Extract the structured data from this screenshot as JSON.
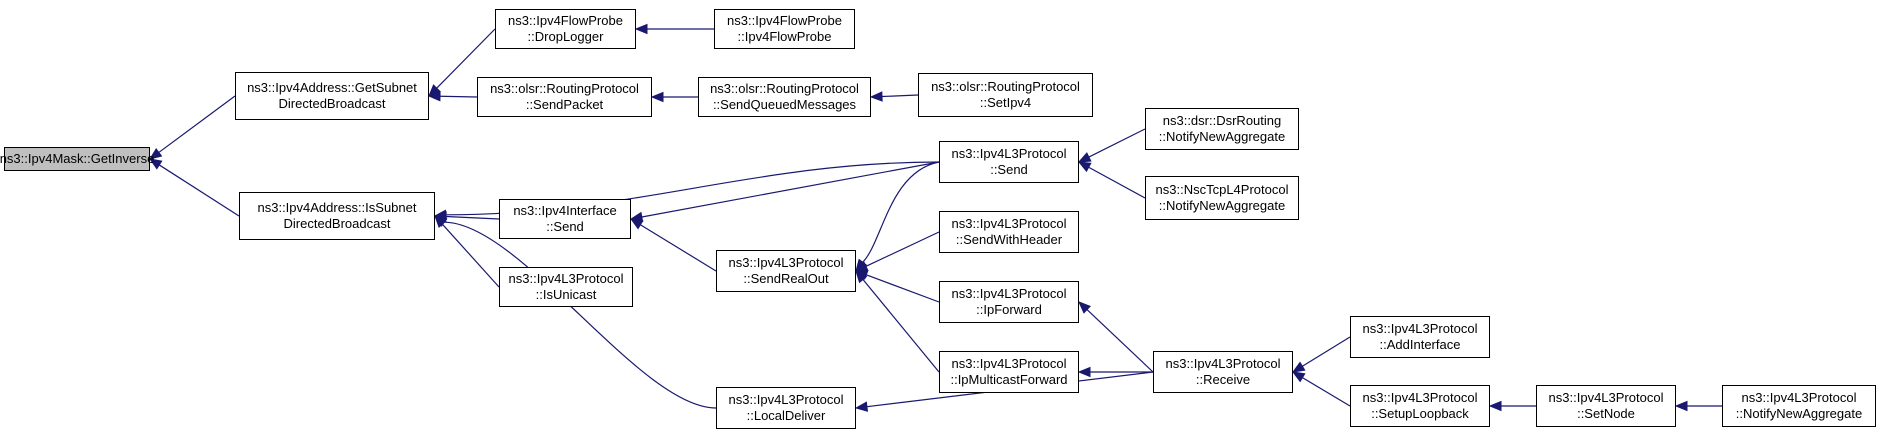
{
  "colors": {
    "edge": "#191970",
    "root_fill": "#bfbfbf",
    "node_fill": "#ffffff",
    "border": "#000000"
  },
  "nodes": {
    "root": {
      "lines": [
        "ns3::Ipv4Mask::GetInverse"
      ]
    },
    "getsub": {
      "lines": [
        "ns3::Ipv4Address::GetSubnet",
        "DirectedBroadcast"
      ]
    },
    "issub": {
      "lines": [
        "ns3::Ipv4Address::IsSubnet",
        "DirectedBroadcast"
      ]
    },
    "droplog": {
      "lines": [
        "ns3::Ipv4FlowProbe",
        "::DropLogger"
      ]
    },
    "flowprobe": {
      "lines": [
        "ns3::Ipv4FlowProbe",
        "::Ipv4FlowProbe"
      ]
    },
    "sendpkt": {
      "lines": [
        "ns3::olsr::RoutingProtocol",
        "::SendPacket"
      ]
    },
    "sendq": {
      "lines": [
        "ns3::olsr::RoutingProtocol",
        "::SendQueuedMessages"
      ]
    },
    "setipv4": {
      "lines": [
        "ns3::olsr::RoutingProtocol",
        "::SetIpv4"
      ]
    },
    "ifsend": {
      "lines": [
        "ns3::Ipv4Interface",
        "::Send"
      ]
    },
    "isuni": {
      "lines": [
        "ns3::Ipv4L3Protocol",
        "::IsUnicast"
      ]
    },
    "sendreal": {
      "lines": [
        "ns3::Ipv4L3Protocol",
        "::SendRealOut"
      ]
    },
    "localdel": {
      "lines": [
        "ns3::Ipv4L3Protocol",
        "::LocalDeliver"
      ]
    },
    "l3send": {
      "lines": [
        "ns3::Ipv4L3Protocol",
        "::Send"
      ]
    },
    "sendhdr": {
      "lines": [
        "ns3::Ipv4L3Protocol",
        "::SendWithHeader"
      ]
    },
    "ipfwd": {
      "lines": [
        "ns3::Ipv4L3Protocol",
        "::IpForward"
      ]
    },
    "ipmfwd": {
      "lines": [
        "ns3::Ipv4L3Protocol",
        "::IpMulticastForward"
      ]
    },
    "dsr": {
      "lines": [
        "ns3::dsr::DsrRouting",
        "::NotifyNewAggregate"
      ]
    },
    "nsc": {
      "lines": [
        "ns3::NscTcpL4Protocol",
        "::NotifyNewAggregate"
      ]
    },
    "receive": {
      "lines": [
        "ns3::Ipv4L3Protocol",
        "::Receive"
      ]
    },
    "addif": {
      "lines": [
        "ns3::Ipv4L3Protocol",
        "::AddInterface"
      ]
    },
    "setloop": {
      "lines": [
        "ns3::Ipv4L3Protocol",
        "::SetupLoopback"
      ]
    },
    "setnode": {
      "lines": [
        "ns3::Ipv4L3Protocol",
        "::SetNode"
      ]
    },
    "notifyagg": {
      "lines": [
        "ns3::Ipv4L3Protocol",
        "::NotifyNewAggregate"
      ]
    }
  },
  "edges": [
    {
      "from": "getsub",
      "to": "root"
    },
    {
      "from": "issub",
      "to": "root"
    },
    {
      "from": "droplog",
      "to": "getsub"
    },
    {
      "from": "flowprobe",
      "to": "droplog"
    },
    {
      "from": "sendpkt",
      "to": "getsub"
    },
    {
      "from": "sendq",
      "to": "sendpkt"
    },
    {
      "from": "setipv4",
      "to": "sendq"
    },
    {
      "from": "l3send",
      "to": "issub"
    },
    {
      "from": "ifsend",
      "to": "issub"
    },
    {
      "from": "isuni",
      "to": "issub"
    },
    {
      "from": "localdel",
      "to": "issub"
    },
    {
      "from": "l3send",
      "to": "ifsend"
    },
    {
      "from": "sendreal",
      "to": "ifsend"
    },
    {
      "from": "dsr",
      "to": "l3send"
    },
    {
      "from": "nsc",
      "to": "l3send"
    },
    {
      "from": "l3send",
      "to": "sendreal"
    },
    {
      "from": "sendhdr",
      "to": "sendreal"
    },
    {
      "from": "ipfwd",
      "to": "sendreal"
    },
    {
      "from": "ipmfwd",
      "to": "sendreal"
    },
    {
      "from": "receive",
      "to": "ipfwd"
    },
    {
      "from": "receive",
      "to": "ipmfwd"
    },
    {
      "from": "receive",
      "to": "localdel"
    },
    {
      "from": "addif",
      "to": "receive"
    },
    {
      "from": "setloop",
      "to": "receive"
    },
    {
      "from": "setnode",
      "to": "setloop"
    },
    {
      "from": "notifyagg",
      "to": "setnode"
    }
  ]
}
